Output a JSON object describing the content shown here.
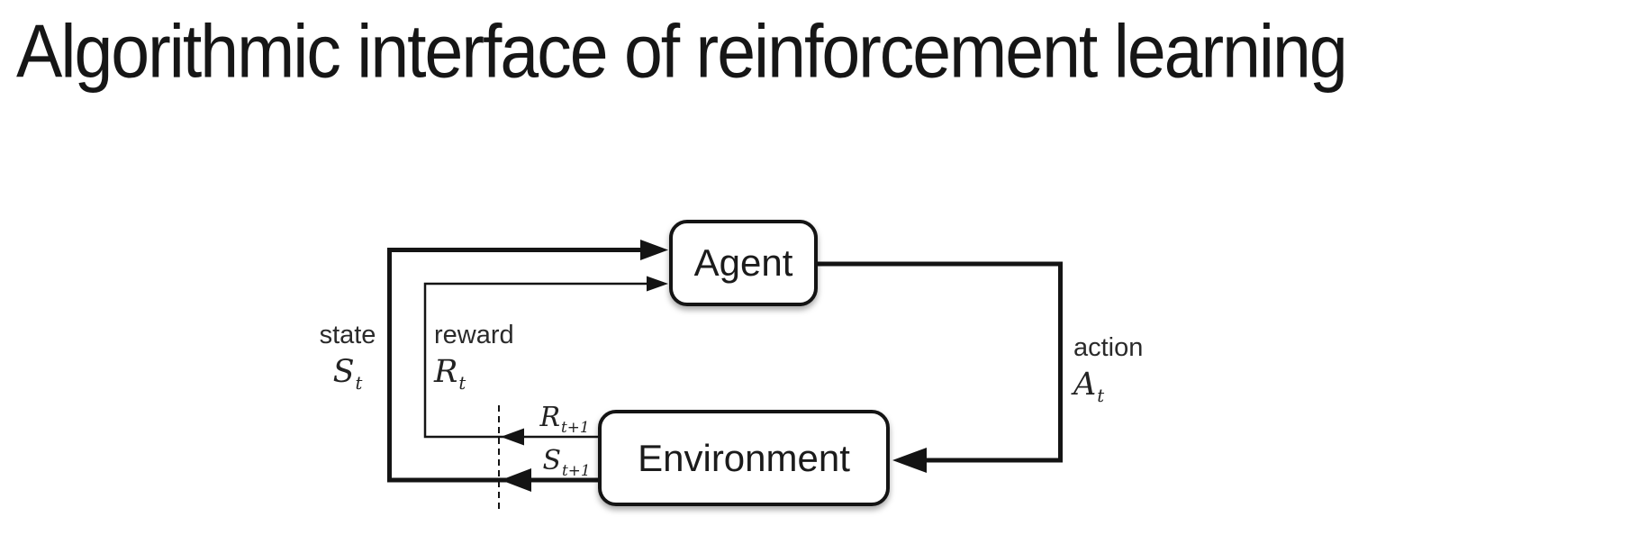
{
  "title": "Algorithmic interface of reinforcement learning",
  "diagram": {
    "agent_label": "Agent",
    "environment_label": "Environment",
    "state": {
      "word": "state",
      "sym": "S",
      "sub": "t"
    },
    "reward": {
      "word": "reward",
      "sym": "R",
      "sub": "t"
    },
    "action": {
      "word": "action",
      "sym": "A",
      "sub": "t"
    },
    "next_reward": {
      "sym": "R",
      "sub": "t+1"
    },
    "next_state": {
      "sym": "S",
      "sub": "t+1"
    },
    "colors": {
      "ink": "#141414",
      "background": "#ffffff",
      "text": "#1f1f1f"
    }
  }
}
